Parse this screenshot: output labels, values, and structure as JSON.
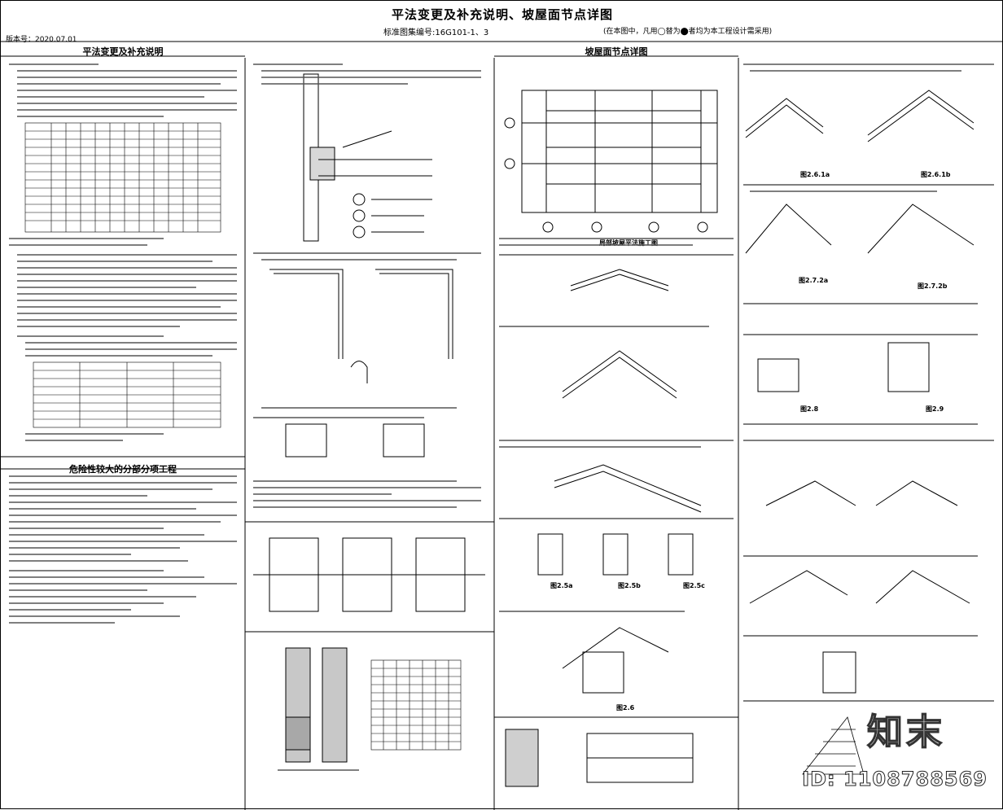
{
  "sheet": {
    "title": "平法变更及补充说明、坡屋面节点详图",
    "subtitle_prefix": "标准图集编号:",
    "subtitle_value": "16G101-1、3",
    "note": "(在本图中，凡用◯替为⬤者均为本工程设计需采用)",
    "version": "版本号：2020.07.01"
  },
  "sections": {
    "left_head": "平法变更及补充说明",
    "right_head": "坡屋面节点详图",
    "danger_head": "危险性较大的分部分项工程"
  },
  "figures": {
    "plan_label": "局部坡屋平法施工图",
    "n261a": "图2.6.1a",
    "n261b": "图2.6.1b",
    "n272a": "图2.7.2a",
    "n272b": "图2.7.2b",
    "n25a": "图2.5a",
    "n25b": "图2.5b",
    "n25c": "图2.5c",
    "n26": "图2.6",
    "n28": "图2.8",
    "n29": "图2.9"
  },
  "watermark": {
    "brand": "知末",
    "id": "ID: 1108788569"
  }
}
